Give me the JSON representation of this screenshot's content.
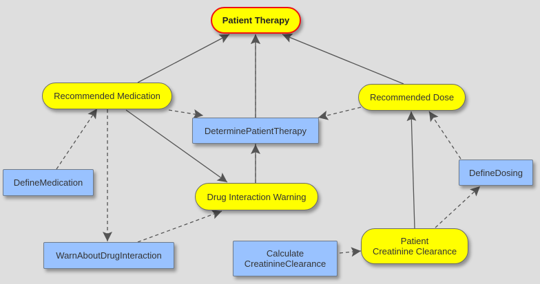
{
  "diagram": {
    "colors": {
      "background": "#dedede",
      "variable_fill": "#ffff00",
      "goal_border": "#ee1111",
      "decision_fill": "#99c2ff",
      "edge": "#555555"
    },
    "nodes": {
      "patient_therapy": {
        "label": "Patient Therapy",
        "type": "goal"
      },
      "recommended_medication": {
        "label": "Recommended Medication",
        "type": "variable"
      },
      "recommended_dose": {
        "label": "Recommended Dose",
        "type": "variable"
      },
      "determine_patient_therapy": {
        "label": "DeterminePatientTherapy",
        "type": "decision"
      },
      "define_medication": {
        "label": "DefineMedication",
        "type": "decision"
      },
      "define_dosing": {
        "label": "DefineDosing",
        "type": "decision"
      },
      "drug_interaction_warning": {
        "label": "Drug Interaction Warning",
        "type": "variable"
      },
      "warn_about_drug_interaction": {
        "label": "WarnAboutDrugInteraction",
        "type": "decision"
      },
      "calculate_creatinine_clearance": {
        "label": "Calculate\nCreatinineClearance",
        "type": "decision"
      },
      "patient_creatinine_clearance": {
        "label": "Patient\nCreatinine Clearance",
        "type": "variable"
      }
    },
    "edges": [
      {
        "from": "recommended_medication",
        "to": "patient_therapy",
        "style": "solid"
      },
      {
        "from": "recommended_dose",
        "to": "patient_therapy",
        "style": "solid"
      },
      {
        "from": "determine_patient_therapy",
        "to": "patient_therapy",
        "style": "dashed"
      },
      {
        "from": "drug_interaction_warning",
        "to": "patient_therapy",
        "style": "solid"
      },
      {
        "from": "recommended_medication",
        "to": "determine_patient_therapy",
        "style": "dashed"
      },
      {
        "from": "recommended_dose",
        "to": "determine_patient_therapy",
        "style": "dashed"
      },
      {
        "from": "define_medication",
        "to": "recommended_medication",
        "style": "dashed"
      },
      {
        "from": "recommended_medication",
        "to": "warn_about_drug_interaction",
        "style": "dashed"
      },
      {
        "from": "recommended_medication",
        "to": "drug_interaction_warning",
        "style": "solid"
      },
      {
        "from": "drug_interaction_warning",
        "to": "determine_patient_therapy",
        "style": "dashed"
      },
      {
        "from": "warn_about_drug_interaction",
        "to": "drug_interaction_warning",
        "style": "dashed"
      },
      {
        "from": "define_dosing",
        "to": "recommended_dose",
        "style": "dashed"
      },
      {
        "from": "patient_creatinine_clearance",
        "to": "recommended_dose",
        "style": "solid"
      },
      {
        "from": "patient_creatinine_clearance",
        "to": "define_dosing",
        "style": "dashed"
      },
      {
        "from": "calculate_creatinine_clearance",
        "to": "patient_creatinine_clearance",
        "style": "dashed"
      }
    ]
  }
}
